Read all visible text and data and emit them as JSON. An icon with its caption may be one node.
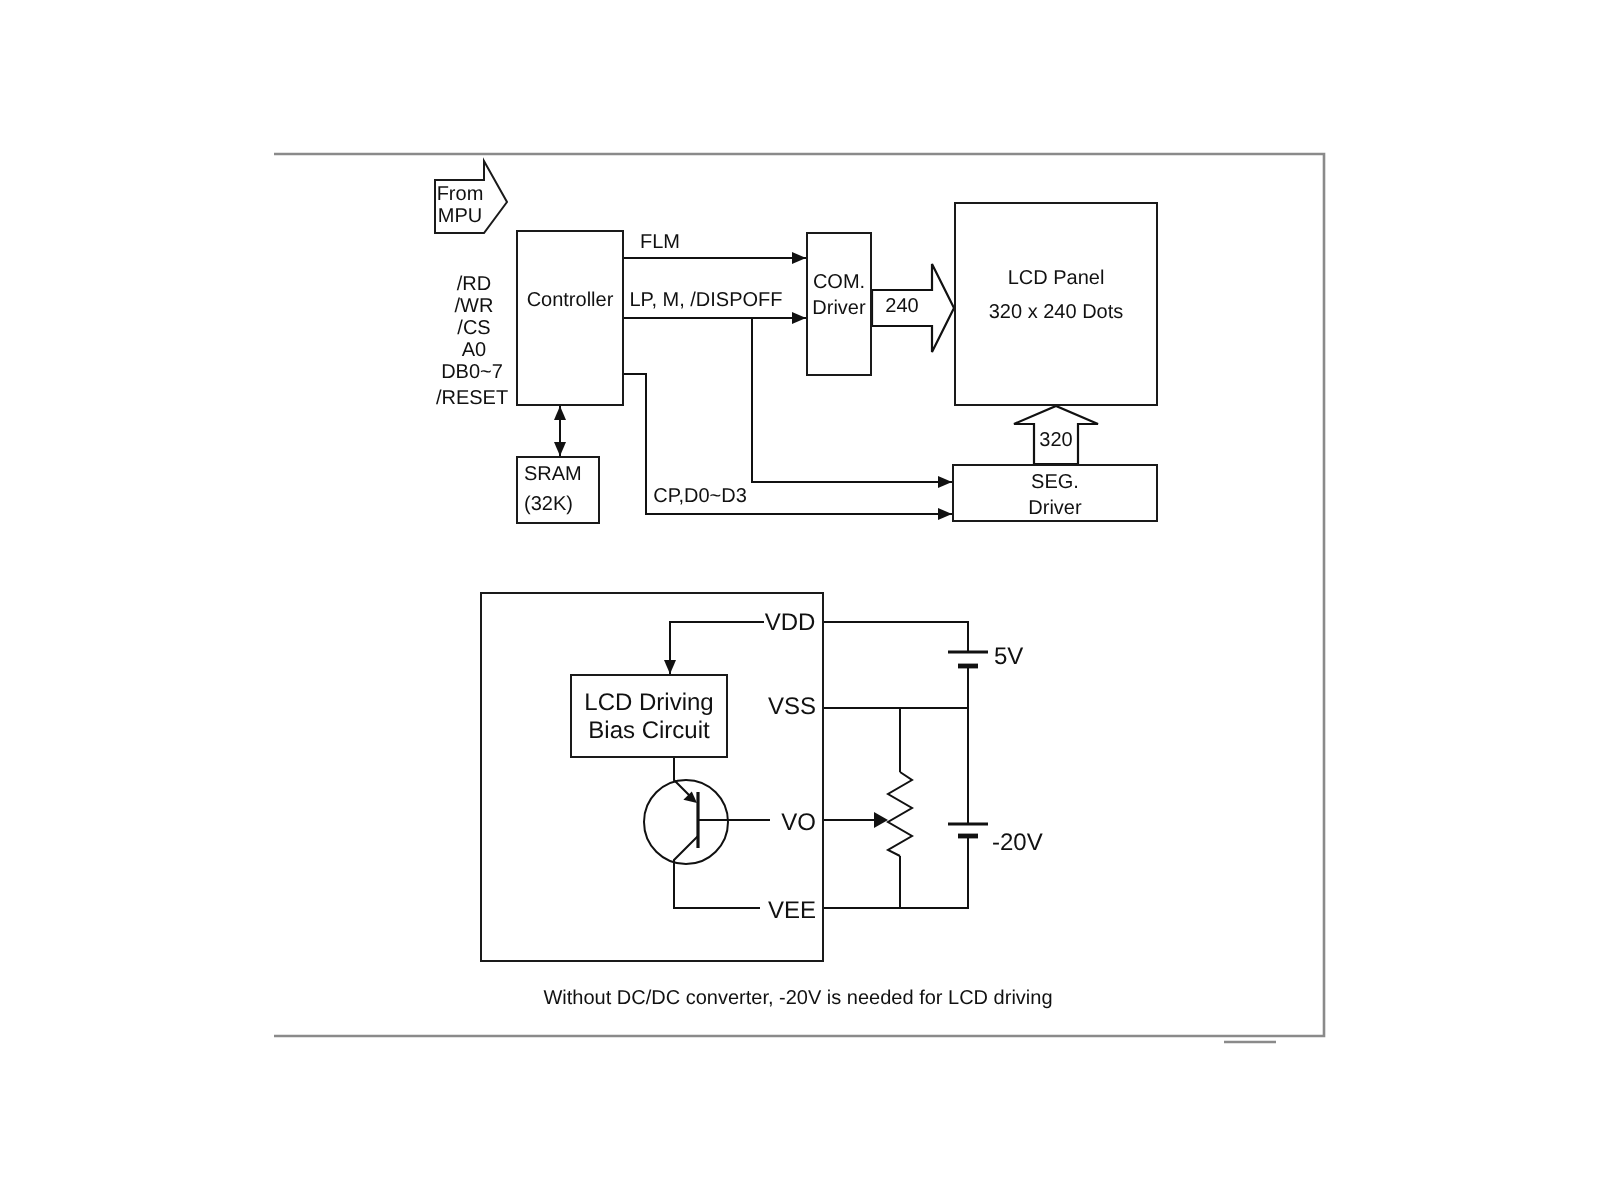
{
  "diagram": {
    "caption": "Without DC/DC converter, -20V is needed for LCD driving",
    "nodes": [
      {
        "text": [
          "From MPU"
        ]
      },
      {
        "text": [
          "Controller"
        ]
      },
      {
        "text": [
          "SRAM (32K)"
        ]
      },
      {
        "text": [
          "COM. Driver"
        ]
      },
      {
        "text": [
          "LCD Panel",
          "320 x 240 Dots"
        ]
      },
      {
        "text": [
          "SEG. Driver"
        ]
      },
      {
        "text": [],
        "shape": "box"
      },
      {
        "text": [
          "VDD"
        ],
        "in": 6
      },
      {
        "text": [
          "LCD Driving Bias Circuit"
        ],
        "in": 6
      }
    ],
    "edges": [
      {
        "from": 1,
        "to": 3,
        "arrow": "to",
        "label": "FLM"
      },
      {
        "from": 1,
        "to": 3,
        "arrow": "to",
        "label": "LP, M, /DISPOFF"
      },
      {
        "from": 1,
        "to": 5,
        "arrow": "to"
      },
      {
        "from": 1,
        "to": 5,
        "arrow": "to",
        "label": "CP,D0~D3"
      },
      {
        "from": 1,
        "to": 2,
        "arrow": "both"
      },
      {
        "from": 3,
        "to": 4,
        "arrow": "to",
        "label": "240",
        "style": "thick"
      },
      {
        "from": 5,
        "to": 4,
        "arrow": "to",
        "label": "320",
        "style": "thick"
      },
      {
        "from": 7,
        "to": 8,
        "arrow": "to"
      }
    ],
    "labels": [
      "/RD",
      "/WR",
      "/CS",
      "A0",
      "DB0~7",
      "/RESET",
      "5V",
      "VSS",
      "VO",
      "-20V",
      "VEE"
    ]
  }
}
